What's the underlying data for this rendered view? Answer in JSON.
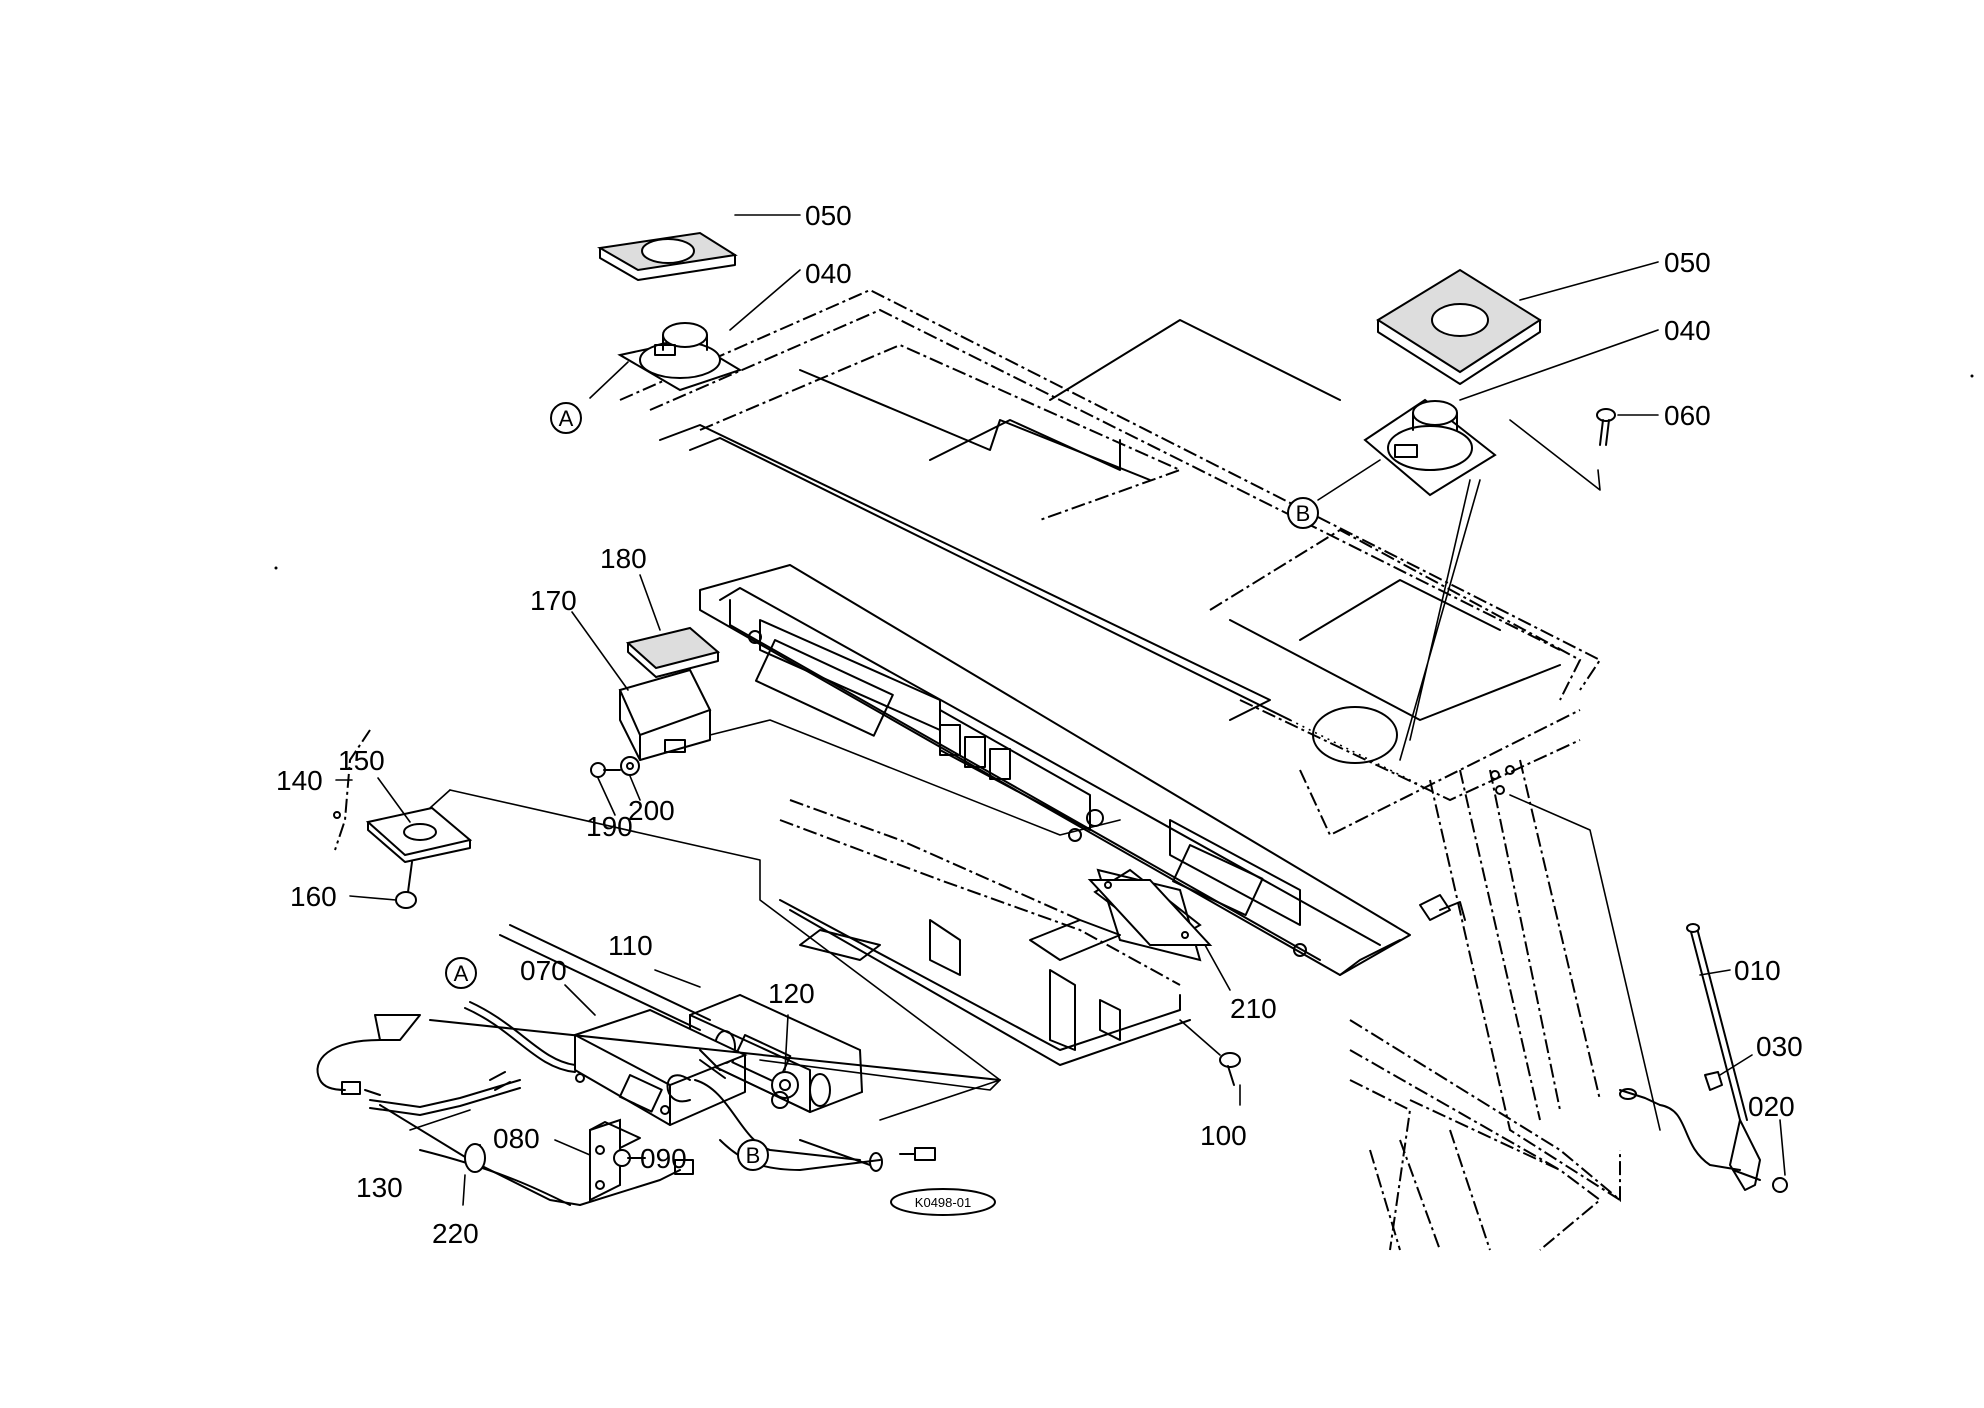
{
  "figure_code": "K0498-01",
  "labels": {
    "p050_left": "050",
    "p040_left": "040",
    "p050_right": "050",
    "p040_right": "040",
    "p060": "060",
    "p180": "180",
    "p170": "170",
    "p140": "140",
    "p150": "150",
    "p190": "190",
    "p200": "200",
    "p160": "160",
    "p110": "110",
    "p070": "070",
    "p120": "120",
    "p210": "210",
    "p100": "100",
    "p010": "010",
    "p030": "030",
    "p020": "020",
    "p130": "130",
    "p080": "080",
    "p090": "090",
    "p220": "220"
  },
  "connectors": {
    "a_top": "A",
    "b_top": "B",
    "a_bottom": "A",
    "b_bottom": "B"
  }
}
